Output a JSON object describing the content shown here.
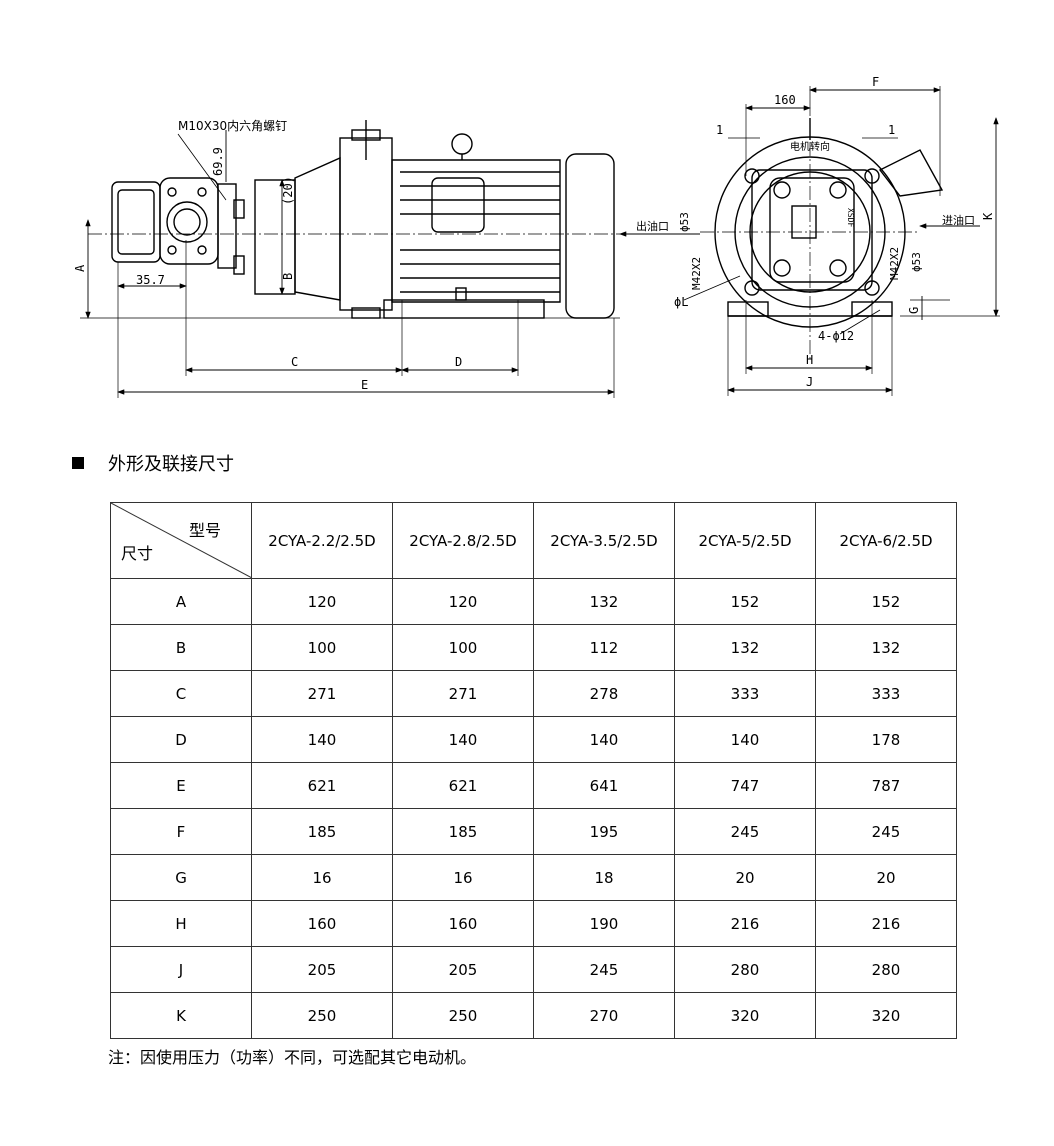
{
  "drawing": {
    "bolt_note": "M10X30内六角螺钉",
    "dim_69_9": "69.9",
    "dim_20": "(20)",
    "dim_35_7": "35.7",
    "dim_A": "A",
    "dim_B": "B",
    "dim_C": "C",
    "dim_D": "D",
    "dim_E": "E",
    "dim_F": "F",
    "dim_160": "160",
    "dim_1_left": "1",
    "dim_1_right": "1",
    "rotation_label": "电机转向",
    "outlet_label": "出油口",
    "inlet_label": "进油口",
    "dim_phi53_left": "ϕ53",
    "dim_phi53_right": "ϕ53",
    "dim_m42_left": "M42X2",
    "dim_m42_right": "M42X2",
    "dim_phiL": "ϕL",
    "dim_holes": "4-ϕ12",
    "dim_G": "G",
    "dim_H": "H",
    "dim_J": "J",
    "dim_K": "K",
    "brand": "XSDF"
  },
  "section_title": "外形及联接尺寸",
  "table": {
    "corner_top": "型号",
    "corner_bottom": "尺寸",
    "models": [
      "2CYA-2.2/2.5D",
      "2CYA-2.8/2.5D",
      "2CYA-3.5/2.5D",
      "2CYA-5/2.5D",
      "2CYA-6/2.5D"
    ],
    "rows": [
      {
        "label": "A",
        "values": [
          "120",
          "120",
          "132",
          "152",
          "152"
        ]
      },
      {
        "label": "B",
        "values": [
          "100",
          "100",
          "112",
          "132",
          "132"
        ]
      },
      {
        "label": "C",
        "values": [
          "271",
          "271",
          "278",
          "333",
          "333"
        ]
      },
      {
        "label": "D",
        "values": [
          "140",
          "140",
          "140",
          "140",
          "178"
        ]
      },
      {
        "label": "E",
        "values": [
          "621",
          "621",
          "641",
          "747",
          "787"
        ]
      },
      {
        "label": "F",
        "values": [
          "185",
          "185",
          "195",
          "245",
          "245"
        ]
      },
      {
        "label": "G",
        "values": [
          "16",
          "16",
          "18",
          "20",
          "20"
        ]
      },
      {
        "label": "H",
        "values": [
          "160",
          "160",
          "190",
          "216",
          "216"
        ]
      },
      {
        "label": "J",
        "values": [
          "205",
          "205",
          "245",
          "280",
          "280"
        ]
      },
      {
        "label": "K",
        "values": [
          "250",
          "250",
          "270",
          "320",
          "320"
        ]
      }
    ]
  },
  "note": "注：因使用压力（功率）不同，可选配其它电动机。"
}
